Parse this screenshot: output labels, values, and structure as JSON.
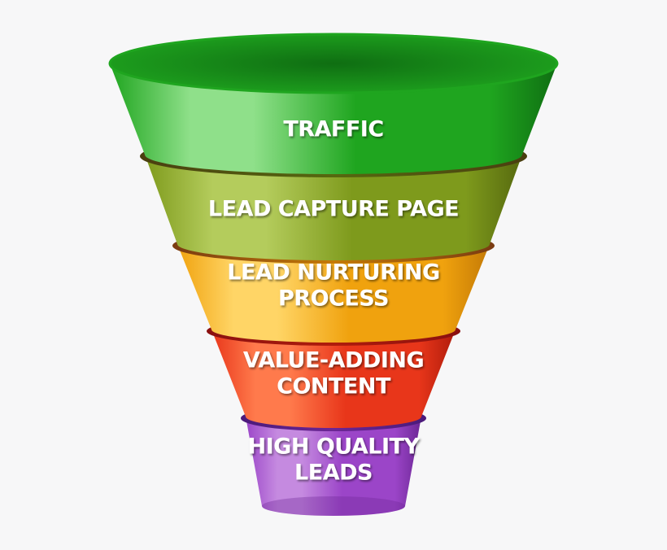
{
  "funnel": {
    "stages": [
      {
        "lines": [
          "TRAFFIC"
        ],
        "colors": {
          "light": "#8fe08a",
          "base": "#1fa51f",
          "dark": "#0f6e12",
          "rim": "#0b5e0d"
        }
      },
      {
        "lines": [
          "LEAD CAPTURE PAGE"
        ],
        "colors": {
          "light": "#b4cc5c",
          "base": "#7e9a1c",
          "dark": "#56690f",
          "rim": "#4a3e10"
        }
      },
      {
        "lines": [
          "LEAD NURTURING",
          "PROCESS"
        ],
        "colors": {
          "light": "#ffd566",
          "base": "#f0a20e",
          "dark": "#c47a06",
          "rim": "#7a3b12"
        }
      },
      {
        "lines": [
          "VALUE-ADDING",
          "CONTENT"
        ],
        "colors": {
          "light": "#ff7a4c",
          "base": "#e8361a",
          "dark": "#b01c0c",
          "rim": "#8a1010"
        }
      },
      {
        "lines": [
          "HIGH QUALITY",
          "LEADS"
        ],
        "colors": {
          "light": "#c58ae0",
          "base": "#9b45c8",
          "dark": "#6c2695",
          "rim": "#4a1a7a"
        }
      }
    ]
  }
}
